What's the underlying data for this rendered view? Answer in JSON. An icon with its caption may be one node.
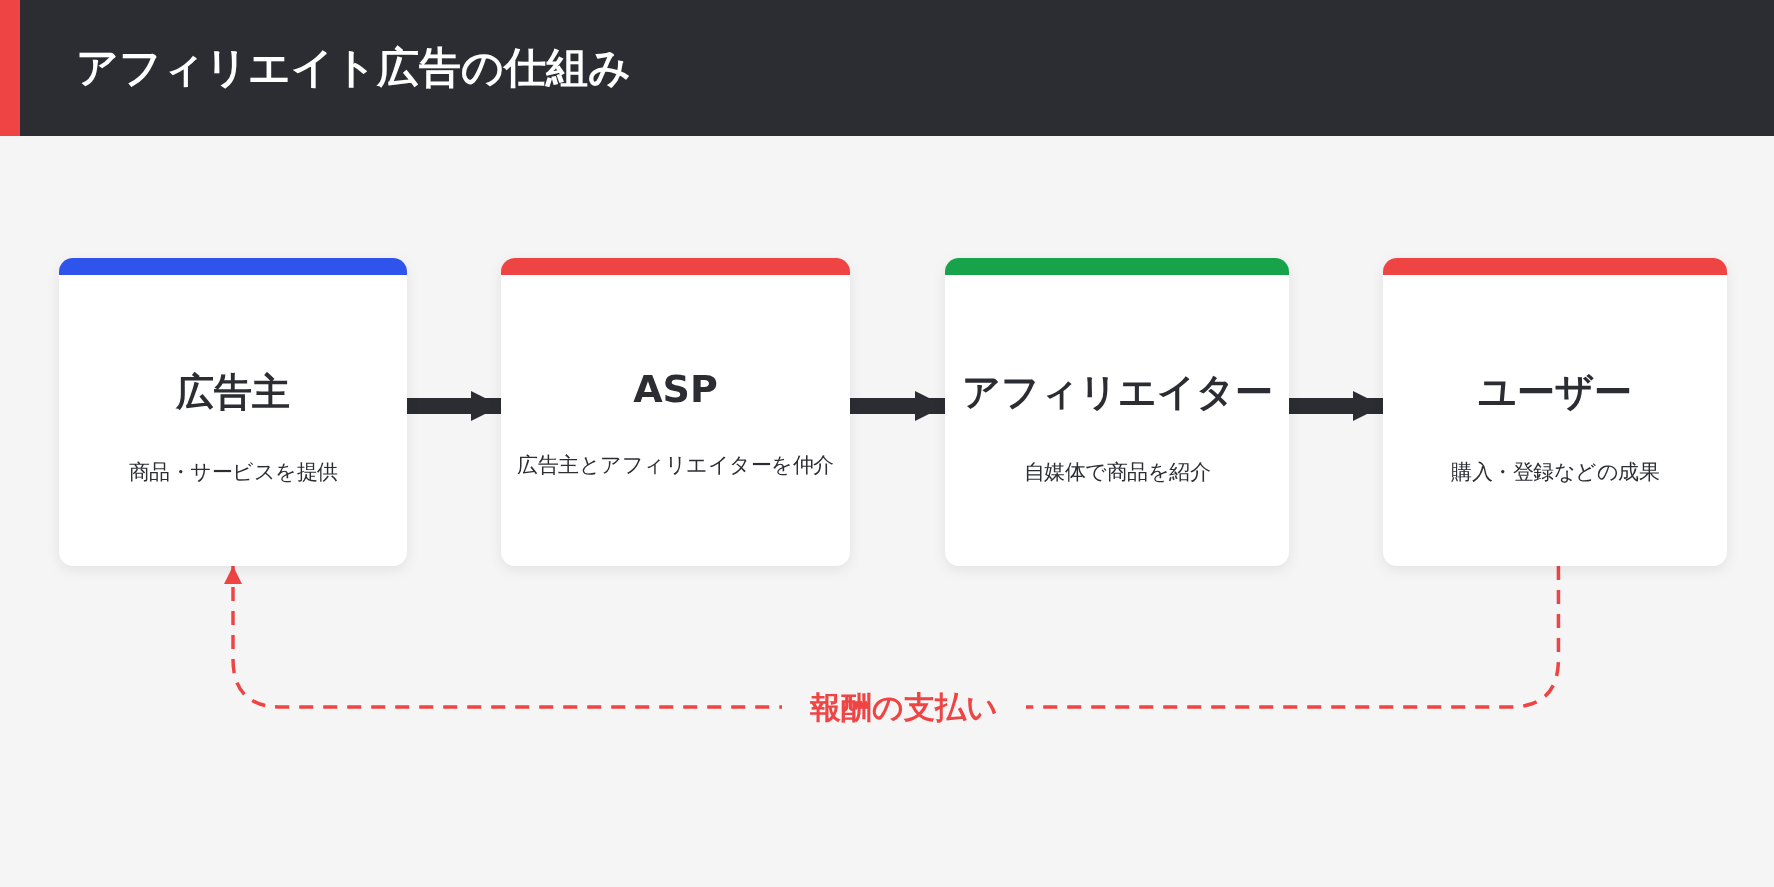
{
  "diagram": {
    "title": "アフィリエイト広告の仕組み",
    "nodes": [
      {
        "text": [
          "広告主",
          "商品・サービスを提供"
        ]
      },
      {
        "text": [
          "ASP",
          "広告主とアフィリエイターを仲介"
        ]
      },
      {
        "text": [
          "アフィリエイター",
          "自媒体で商品を紹介"
        ]
      },
      {
        "text": [
          "ユーザー",
          "購入・登録などの成果"
        ]
      }
    ],
    "edges": [
      {
        "from": 0,
        "to": 1,
        "arrow": "to"
      },
      {
        "from": 1,
        "to": 2,
        "arrow": "to"
      },
      {
        "from": 2,
        "to": 3,
        "arrow": "to"
      },
      {
        "from": 3,
        "to": 0,
        "arrow": "to",
        "label": "報酬の支払い",
        "style": "dashed",
        "color": "#ef4444"
      }
    ]
  }
}
